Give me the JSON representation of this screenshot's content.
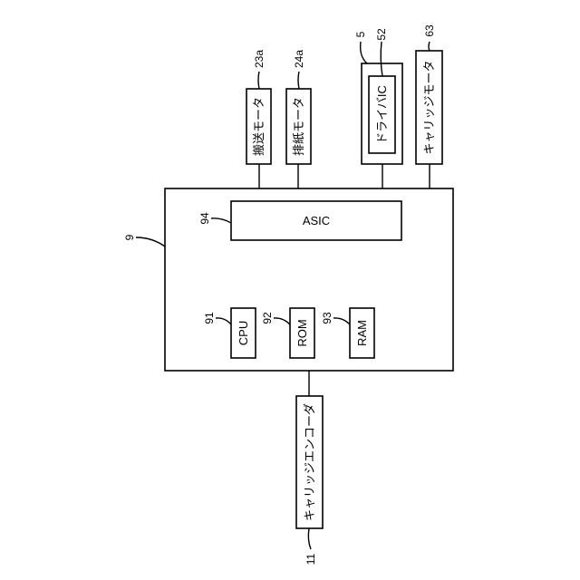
{
  "diagram": {
    "controller_ref": "9",
    "asic": {
      "label": "ASIC",
      "ref": "94"
    },
    "cpu": {
      "label": "CPU",
      "ref": "91"
    },
    "rom": {
      "label": "ROM",
      "ref": "92"
    },
    "ram": {
      "label": "RAM",
      "ref": "93"
    },
    "transport_motor": {
      "label": "搬送モータ",
      "ref": "23a"
    },
    "discharge_motor": {
      "label": "排紙モータ",
      "ref": "24a"
    },
    "driver_unit": {
      "ref": "5"
    },
    "driver_ic": {
      "label": "ドライバIC",
      "ref": "52"
    },
    "carriage_motor": {
      "label": "キャリッジモータ",
      "ref": "63"
    },
    "carriage_encoder": {
      "label": "キャリッジエンコーダ",
      "ref": "11"
    }
  }
}
